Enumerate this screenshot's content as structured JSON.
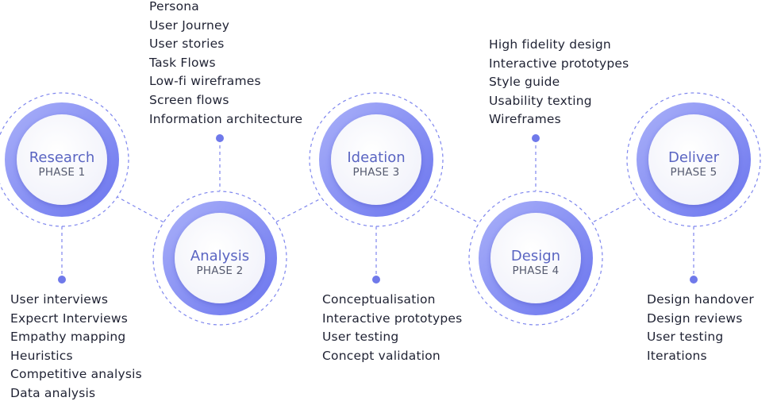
{
  "colors": {
    "ring": "#7d87f0",
    "ring_light": "#b3b9fa",
    "dashed": "#7e86ee",
    "dot": "#6f79ea",
    "title": "#5a65c2",
    "text": "#1f2233"
  },
  "phases": [
    {
      "name": "Research",
      "label": "PHASE 1",
      "tasks": [
        "User interviews",
        "Expecrt Interviews",
        "Empathy mapping",
        "Heuristics",
        "Competitive analysis",
        "Data analysis"
      ]
    },
    {
      "name": "Analysis",
      "label": "PHASE 2",
      "tasks": [
        "Persona",
        "User Journey",
        "User stories",
        "Task Flows",
        "Low-fi wireframes",
        "Screen flows",
        "Information architecture"
      ]
    },
    {
      "name": "Ideation",
      "label": "PHASE 3",
      "tasks": [
        "Conceptualisation",
        "Interactive prototypes",
        "User testing",
        "Concept validation"
      ]
    },
    {
      "name": "Design",
      "label": "PHASE 4",
      "tasks": [
        "High fidelity design",
        "Interactive prototypes",
        "Style guide",
        "Usability texting",
        "Wireframes"
      ]
    },
    {
      "name": "Deliver",
      "label": "PHASE 5",
      "tasks": [
        "Design handover",
        "Design reviews",
        "User testing",
        "Iterations"
      ]
    }
  ]
}
